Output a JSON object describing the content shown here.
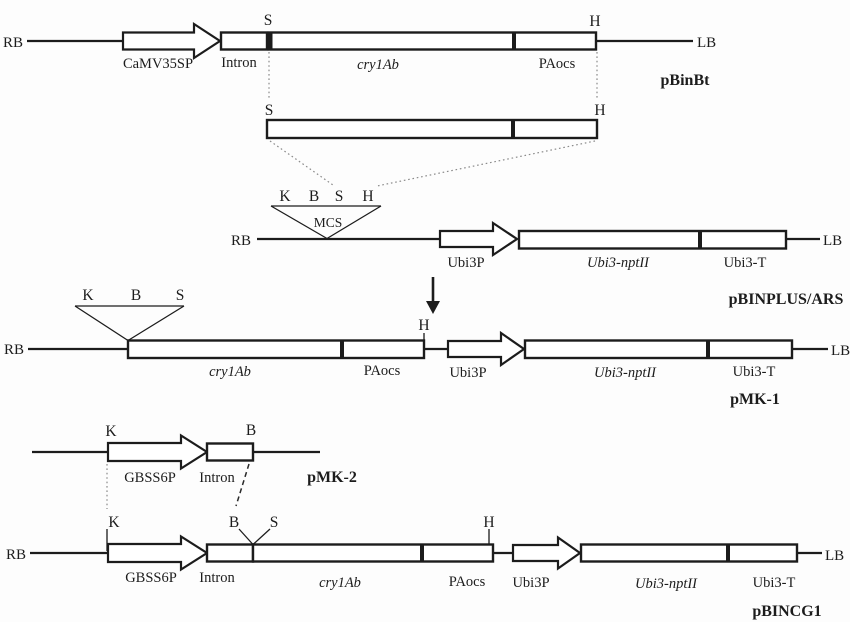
{
  "canvas": {
    "background": "#fdfdfd",
    "ink": "#1c1c1c",
    "connector_color": "#8a8a8a"
  },
  "pbinbt": {
    "name": "pBinBt",
    "rb": "RB",
    "lb": "LB",
    "site_s": "S",
    "site_h": "H",
    "camv35sp": "CaMV35SP",
    "intron": "Intron",
    "cry1ab": "cry1Ab",
    "paocs": "PAocs"
  },
  "fragment": {
    "site_s": "S",
    "site_h": "H"
  },
  "pbinplus": {
    "name": "pBINPLUS/ARS",
    "rb": "RB",
    "lb": "LB",
    "site_k": "K",
    "site_b": "B",
    "site_s": "S",
    "site_h": "H",
    "mcs_label": "MCS",
    "ubi3p": "Ubi3P",
    "ubi3_nptii": "Ubi3-nptII",
    "ubi3_t": "Ubi3-T"
  },
  "pmk1": {
    "name": "pMK-1",
    "rb": "RB",
    "lb": "LB",
    "site_k": "K",
    "site_b": "B",
    "site_s": "S",
    "site_h": "H",
    "cry1ab": "cry1Ab",
    "paocs": "PAocs",
    "ubi3p": "Ubi3P",
    "ubi3_nptii": "Ubi3-nptII",
    "ubi3_t": "Ubi3-T"
  },
  "pmk2": {
    "name": "pMK-2",
    "site_k": "K",
    "site_b": "B",
    "gbss6p": "GBSS6P",
    "intron": "Intron"
  },
  "pbincg1": {
    "name": "pBINCG1",
    "rb": "RB",
    "lb": "LB",
    "site_k": "K",
    "site_b": "B",
    "site_s": "S",
    "site_h": "H",
    "gbss6p": "GBSS6P",
    "intron": "Intron",
    "cry1ab": "cry1Ab",
    "paocs": "PAocs",
    "ubi3p": "Ubi3P",
    "ubi3_nptii": "Ubi3-nptII",
    "ubi3_t": "Ubi3-T"
  }
}
